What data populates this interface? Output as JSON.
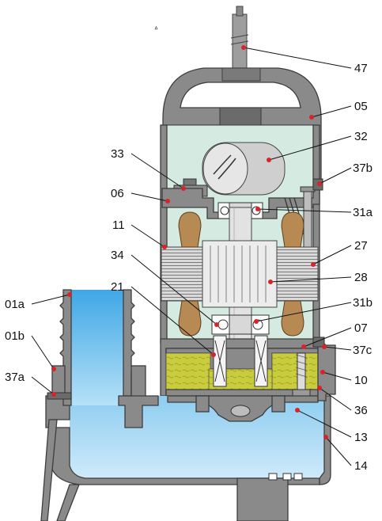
{
  "labels": {
    "l47": "47",
    "l05": "05",
    "l32": "32",
    "l33": "33",
    "l37b": "37b",
    "l06": "06",
    "l31a": "31a",
    "l11": "11",
    "l27": "27",
    "l34": "34",
    "l28": "28",
    "l21": "21",
    "l31b": "31b",
    "l07": "07",
    "l37c": "37c",
    "l10": "10",
    "l01a": "01a",
    "l01b": "01b",
    "l37a": "37a",
    "l36": "36",
    "l13": "13",
    "l14": "14"
  },
  "colors": {
    "housing": "#8a8a8a",
    "motor_chamber": "#d5ebe1",
    "water": "#7cc6ee",
    "oil_chamber": "#c9cc3c",
    "marker": "#d8232a",
    "winding_head": "#b68a52"
  }
}
